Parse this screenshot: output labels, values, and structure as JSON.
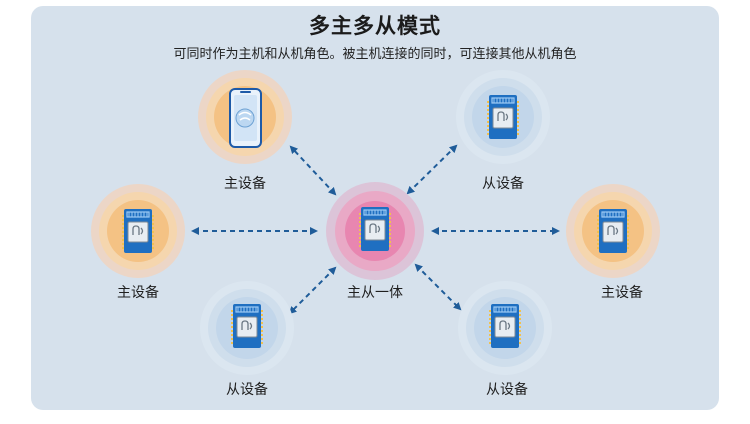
{
  "header": {
    "title": "多主多从模式",
    "subtitle": "可同时作为主机和从机角色。被主机连接的同时，可连接其他从机角色"
  },
  "nodes": [
    {
      "id": "phone-master",
      "label": "主设备",
      "role": "master",
      "device": "phone"
    },
    {
      "id": "slave-top-right",
      "label": "从设备",
      "role": "slave",
      "device": "module"
    },
    {
      "id": "master-left",
      "label": "主设备",
      "role": "master",
      "device": "module"
    },
    {
      "id": "center",
      "label": "主从一体",
      "role": "hybrid",
      "device": "module"
    },
    {
      "id": "master-right",
      "label": "主设备",
      "role": "master",
      "device": "module"
    },
    {
      "id": "slave-bottom-left",
      "label": "从设备",
      "role": "slave",
      "device": "module"
    },
    {
      "id": "slave-bottom-right",
      "label": "从设备",
      "role": "slave",
      "device": "module"
    }
  ],
  "edges": [
    {
      "from": "center",
      "to": "phone-master"
    },
    {
      "from": "center",
      "to": "slave-top-right"
    },
    {
      "from": "center",
      "to": "master-left"
    },
    {
      "from": "center",
      "to": "master-right"
    },
    {
      "from": "center",
      "to": "slave-bottom-left"
    },
    {
      "from": "center",
      "to": "slave-bottom-right"
    }
  ],
  "colors": {
    "panel_bg": "#d6e1ec",
    "master_ring": "#f5c78f",
    "slave_ring": "#bfd5ea",
    "hybrid_ring": "#e88bb1",
    "edge": "#1f5c99",
    "module": "#1f6fc1"
  }
}
